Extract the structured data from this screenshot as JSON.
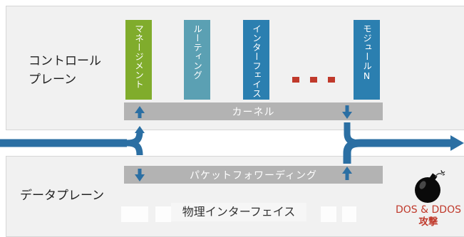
{
  "control_plane": {
    "label_line1": "コントロール",
    "label_line2": "プレーン"
  },
  "data_plane": {
    "label": "データプレーン"
  },
  "modules": [
    {
      "label": "マネージメント",
      "color": "#80ac2c"
    },
    {
      "label": "ルーティング",
      "color": "#5ba0b3"
    },
    {
      "label": "インターフェイス",
      "color": "#2b7fb0"
    },
    {
      "label": "モジュールN",
      "color": "#2b7fb0"
    }
  ],
  "ellipsis_color": "#c0392b",
  "kernel": {
    "label": "カーネル"
  },
  "packet_forwarding": {
    "label": "パケットフォワーディング"
  },
  "physical_interface": {
    "label": "物理インターフェイス"
  },
  "attack": {
    "line1": "DOS & DDOS",
    "line2": "攻撃",
    "color": "#c0392b"
  },
  "icons": {
    "bomb": "bomb-icon"
  },
  "flow_color": "#2b6fa3"
}
